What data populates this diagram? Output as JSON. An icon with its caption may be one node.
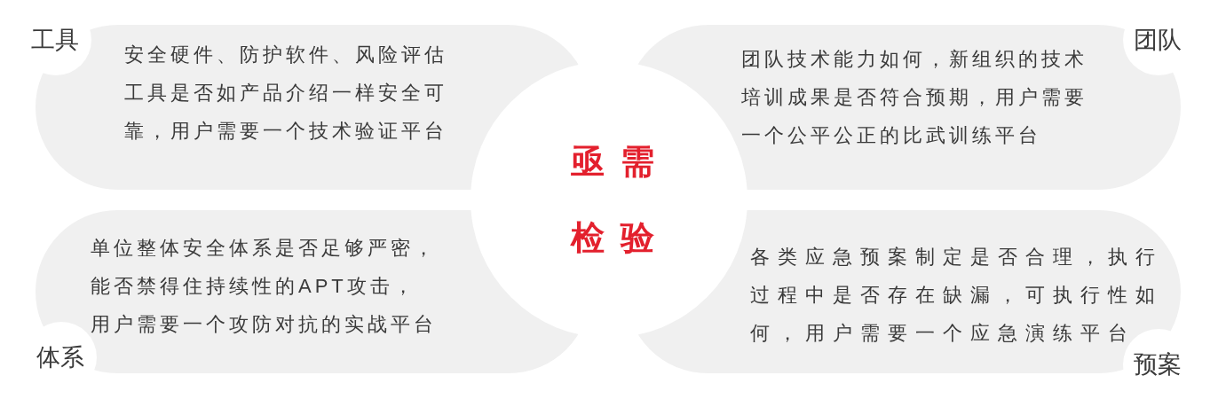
{
  "diagram": {
    "nodes": [
      {
        "text": [
          "工具",
          "安全硬件、防护软件、风险评估工具是否如产品介绍一样安全可靠，用户需要一个技术验证平台"
        ]
      },
      {
        "text": [
          "团队",
          "团队技术能力如何，新组织的技术培训成果是否符合预期，用户需要一个公平公正的比武训练平台"
        ]
      },
      {
        "text": [
          "单位整体安全体系是否足够严密，能否禁得住持续性的APT攻击，用户需要一个攻防对抗的实战平台",
          "体系"
        ]
      },
      {
        "text": [
          "各类应急预案制定是否合理，执行过程中是否存在缺漏，可执行性如何，用户需要一个应急演练平台",
          "预案"
        ]
      },
      {
        "text": [
          "亟需",
          "检验"
        ]
      }
    ]
  }
}
